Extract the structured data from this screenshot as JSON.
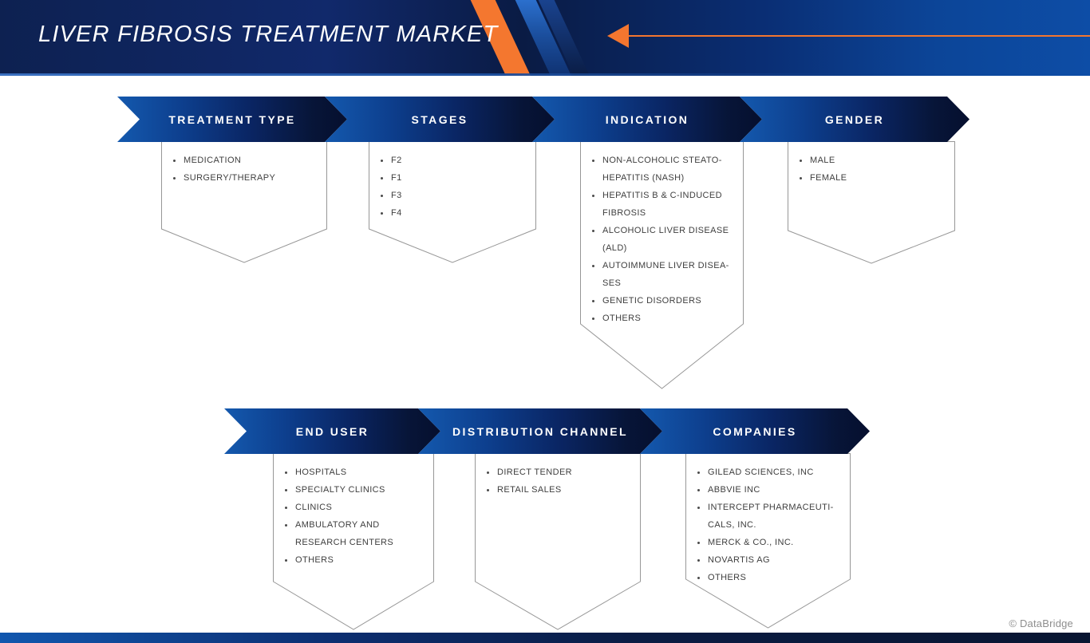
{
  "header": {
    "title": "LIVER FIBROSIS TREATMENT MARKET"
  },
  "colors": {
    "accent_orange": "#f4762f",
    "navy_dark": "#0a1c44",
    "royal_blue": "#0d4da6",
    "banner_gradient_start": "#1459ae",
    "banner_gradient_end": "#060f2e",
    "box_border_gray": "#979797",
    "item_text_gray": "#3e3e3e"
  },
  "segments": [
    {
      "label": "TREATMENT TYPE",
      "items": [
        "MEDICATION",
        "SURGERY/THERAPY"
      ]
    },
    {
      "label": "STAGES",
      "items": [
        "F2",
        "F1",
        "F3",
        "F4"
      ]
    },
    {
      "label": "INDICATION",
      "items": [
        "NON-ALCOHOLIC STEATO-\nHEPATITIS (NASH)",
        "HEPATITIS B & C-INDUCED\nFIBROSIS",
        "ALCOHOLIC LIVER DISEASE\n(ALD)",
        "AUTOIMMUNE LIVER DISEA-\nSES",
        "GENETIC DISORDERS",
        "OTHERS"
      ]
    },
    {
      "label": "GENDER",
      "items": [
        "MALE",
        "FEMALE"
      ]
    },
    {
      "label": "END USER",
      "items": [
        "HOSPITALS",
        "SPECIALTY CLINICS",
        "CLINICS",
        "AMBULATORY AND\nRESEARCH CENTERS",
        "OTHERS"
      ]
    },
    {
      "label": "DISTRIBUTION CHANNEL",
      "items": [
        "DIRECT TENDER",
        "RETAIL SALES"
      ]
    },
    {
      "label": "COMPANIES",
      "items": [
        "GILEAD SCIENCES, INC",
        "ABBVIE INC",
        "INTERCEPT PHARMACEUTI-\nCALS, INC.",
        "MERCK & CO., INC.",
        "NOVARTIS AG",
        "OTHERS"
      ]
    }
  ],
  "footer": {
    "credit": "© DataBridge"
  }
}
